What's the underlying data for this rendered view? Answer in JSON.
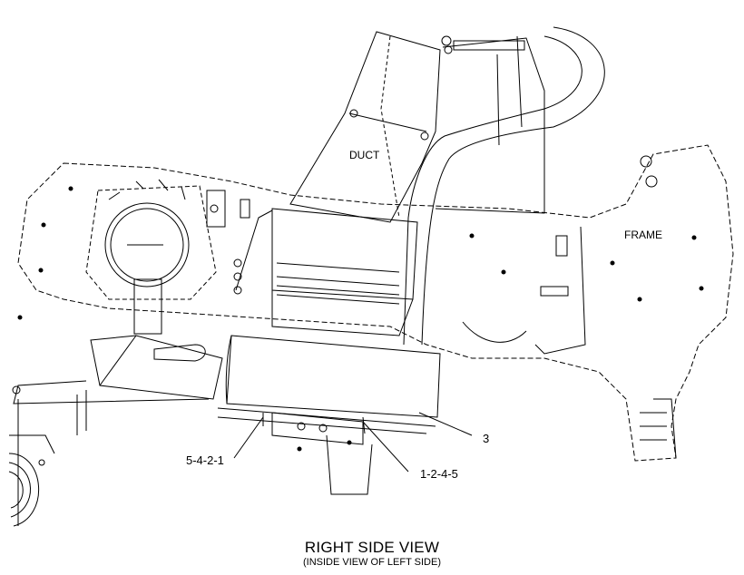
{
  "labels": {
    "duct": "DUCT",
    "frame": "FRAME",
    "callout_3": "3",
    "callout_left": "5-4-2-1",
    "callout_right": "1-2-4-5"
  },
  "caption": {
    "title": "RIGHT SIDE VIEW",
    "subtitle": "(INSIDE VIEW OF LEFT SIDE)"
  },
  "colors": {
    "line": "#000000",
    "background": "#ffffff"
  }
}
